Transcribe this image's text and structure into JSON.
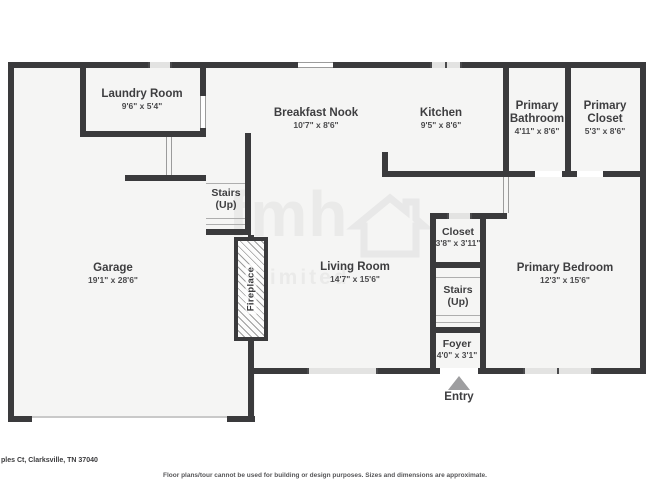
{
  "colors": {
    "wall": "#3a3a3c",
    "room_fill": "#f5f5f4",
    "window_fill": "#e3e3e2",
    "text": "#3e3e40",
    "entry_arrow": "#9e9ea0"
  },
  "rooms": [
    {
      "name": "Laundry Room",
      "dims": "9'6\" x 5'4\""
    },
    {
      "name": "Breakfast Nook",
      "dims": "10'7\" x 8'6\""
    },
    {
      "name": "Kitchen",
      "dims": "9'5\" x 8'6\""
    },
    {
      "name": "Primary Bathroom",
      "dims": "4'11\" x 8'6\""
    },
    {
      "name": "Primary Closet",
      "dims": "5'3\" x 8'6\""
    },
    {
      "name": "Garage",
      "dims": "19'1\" x 28'6\""
    },
    {
      "name": "Living Room",
      "dims": "14'7\" x 15'6\""
    },
    {
      "name": "Closet",
      "dims": "3'8\" x 3'11\""
    },
    {
      "name": "Primary Bedroom",
      "dims": "12'3\" x 15'6\""
    },
    {
      "name": "Foyer",
      "dims": "4'0\" x 3'1\""
    }
  ],
  "stairs": {
    "label": "Stairs",
    "sub": "(Up)"
  },
  "labels": {
    "fireplace": "Fireplace",
    "entry": "Entry"
  },
  "watermark": {
    "brand": "fmh",
    "sub": "Limited"
  },
  "footer": {
    "address": "ples Ct, Clarksville, TN 37040",
    "disclaimer": "Floor plans/tour cannot be used for building or design purposes. Sizes and dimensions are approximate."
  }
}
